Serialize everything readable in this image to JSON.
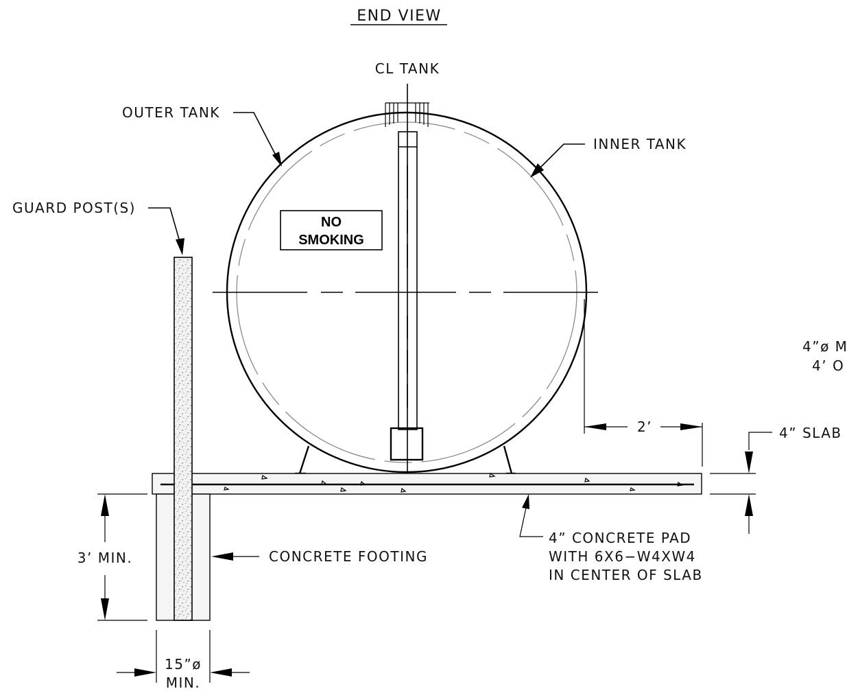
{
  "title": "END VIEW",
  "labels": {
    "centerline": "CL TANK",
    "outer_tank": "OUTER TANK",
    "inner_tank": "INNER TANK",
    "guard_post": "GUARD POST(S)",
    "no_smoking_line1": "NO",
    "no_smoking_line2": "SMOKING",
    "clearance": "2’",
    "slab_thickness": "4” SLAB",
    "cut_off_line1": "4”ø M",
    "cut_off_line2": "4’ O",
    "footing_depth": "3’ MIN.",
    "concrete_footing": "CONCRETE FOOTING",
    "pad_note_line1": "4” CONCRETE PAD",
    "pad_note_line2": "WITH 6X6−W4XW4",
    "pad_note_line3": "IN CENTER OF SLAB",
    "footing_diameter_line1": "15”ø",
    "footing_diameter_line2": "MIN."
  }
}
